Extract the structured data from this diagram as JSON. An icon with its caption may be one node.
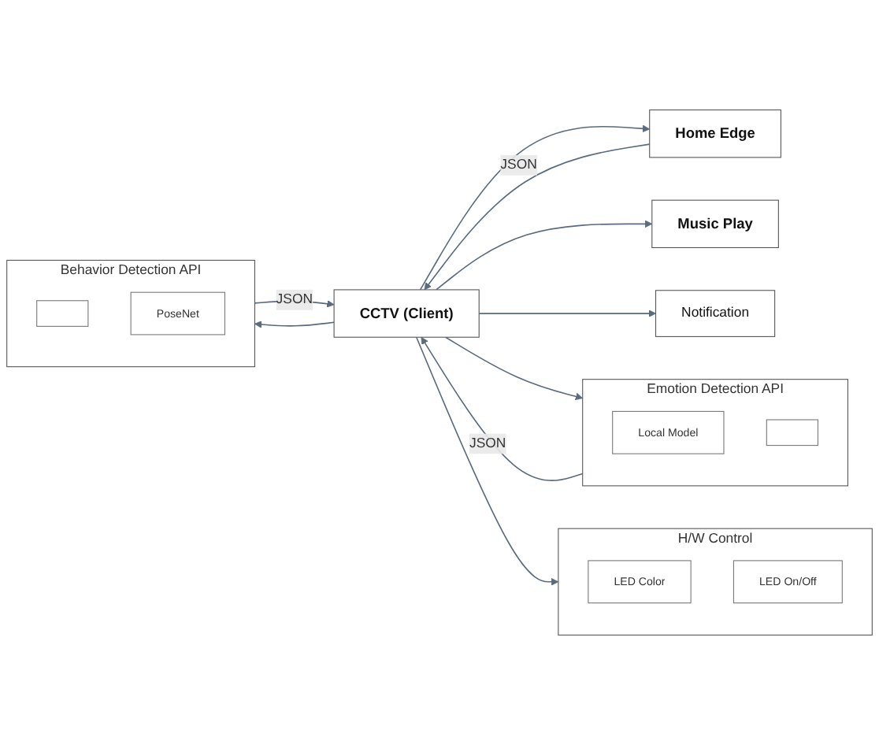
{
  "diagram": {
    "nodes": [
      {
        "text": [
          "H/W Control"
        ]
      },
      {
        "text": [
          "LED Color"
        ],
        "in": 0
      },
      {
        "text": [
          "LED On/Off"
        ],
        "in": 0
      },
      {
        "text": [
          "CCTV (Client)"
        ]
      },
      {
        "text": [
          "Music Play"
        ]
      },
      {
        "text": [
          "Notification"
        ]
      },
      {
        "text": [
          "Home Edge"
        ]
      },
      {
        "text": [
          "Emotion Detection API"
        ]
      },
      {
        "text": [
          "Local Model"
        ],
        "in": 7
      },
      {
        "text": [],
        "shape": "box",
        "in": 7
      },
      {
        "text": [
          "Behavior Detection API"
        ]
      },
      {
        "text": [],
        "shape": "box",
        "in": 10
      },
      {
        "text": [
          "PoseNet"
        ],
        "in": 10
      }
    ],
    "edges": [
      {
        "from": 3,
        "to": 6,
        "arrow": "to"
      },
      {
        "from": 6,
        "to": 3,
        "arrow": "to",
        "label": "JSON"
      },
      {
        "from": 3,
        "to": 7,
        "arrow": "to"
      },
      {
        "from": 7,
        "to": 3,
        "arrow": "to",
        "label": "JSON"
      },
      {
        "from": 3,
        "to": 10,
        "arrow": "to"
      },
      {
        "from": 10,
        "to": 3,
        "arrow": "to",
        "label": "JSON"
      },
      {
        "from": 3,
        "to": 0,
        "arrow": "to"
      },
      {
        "from": 3,
        "to": 4,
        "arrow": "to"
      },
      {
        "from": 3,
        "to": 5,
        "arrow": "to"
      }
    ]
  }
}
